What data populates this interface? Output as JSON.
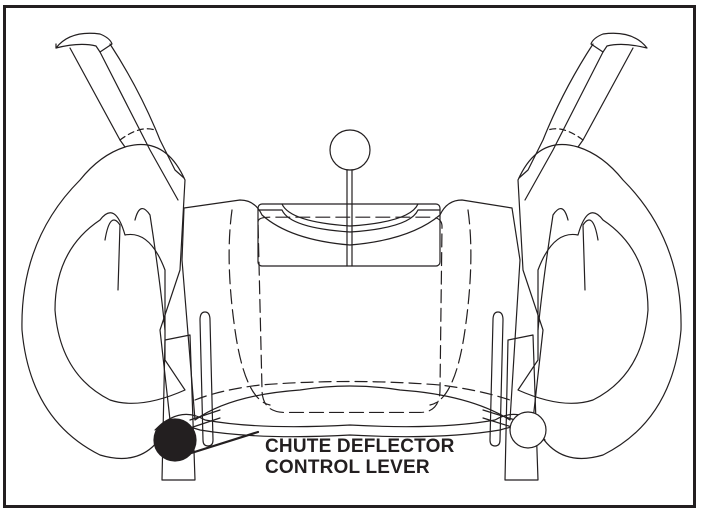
{
  "diagram": {
    "subject": "snow thrower handle and control panel, rear view",
    "callout": {
      "line1": "CHUTE DEFLECTOR",
      "line2": "CONTROL LEVER"
    },
    "highlighted_part": "chute-deflector-control-lever-knob",
    "colors": {
      "line": "#231f20",
      "background": "#ffffff",
      "highlight_fill": "#231f20"
    }
  }
}
